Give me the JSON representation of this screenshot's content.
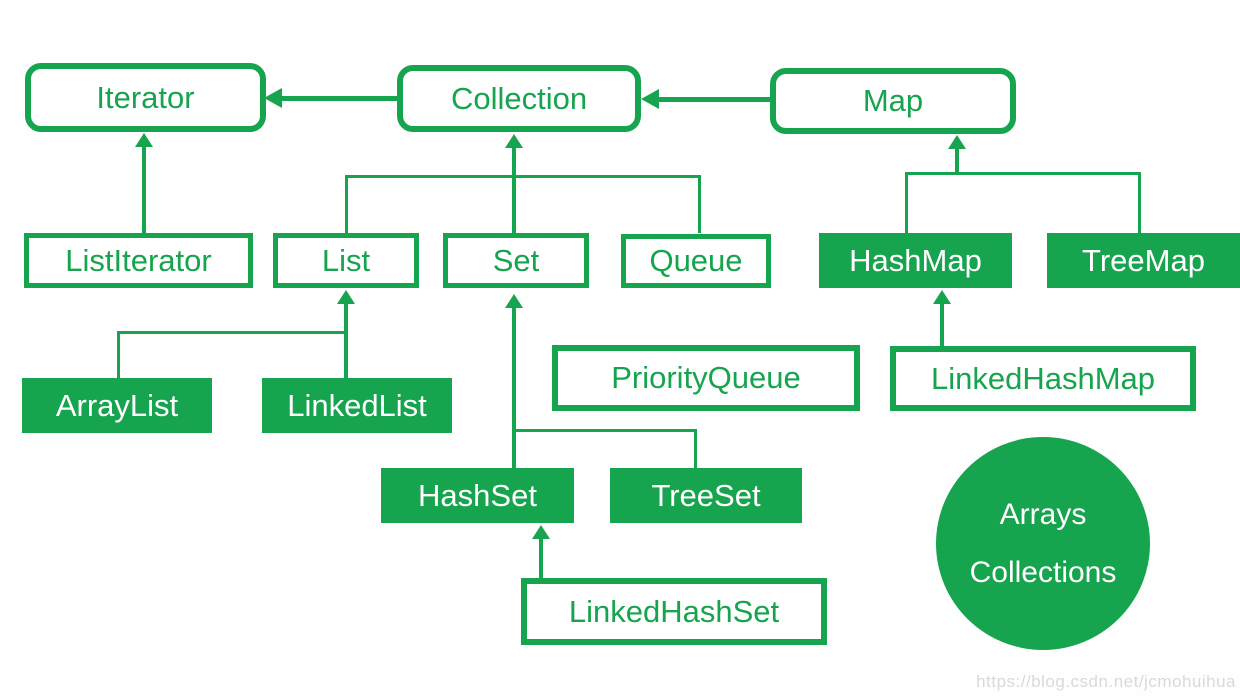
{
  "theme": {
    "green": "#17a44e",
    "white": "#ffffff",
    "wm": "#d9d9d9"
  },
  "diagram": {
    "nodes": {
      "iterator": {
        "label": "Iterator",
        "style": "interface-rounded-outline"
      },
      "collection": {
        "label": "Collection",
        "style": "interface-rounded-outline"
      },
      "map": {
        "label": "Map",
        "style": "interface-rounded-outline"
      },
      "listiterator": {
        "label": "ListIterator",
        "style": "rect-outline"
      },
      "list": {
        "label": "List",
        "style": "rect-outline"
      },
      "set": {
        "label": "Set",
        "style": "rect-outline"
      },
      "queue": {
        "label": "Queue",
        "style": "rect-outline"
      },
      "hashmap": {
        "label": "HashMap",
        "style": "rect-solid"
      },
      "treemap": {
        "label": "TreeMap",
        "style": "rect-solid"
      },
      "arraylist": {
        "label": "ArrayList",
        "style": "rect-solid"
      },
      "linkedlist": {
        "label": "LinkedList",
        "style": "rect-solid"
      },
      "priorityqueue": {
        "label": "PriorityQueue",
        "style": "rect-outline"
      },
      "linkedhashmap": {
        "label": "LinkedHashMap",
        "style": "rect-outline"
      },
      "hashset": {
        "label": "HashSet",
        "style": "rect-solid"
      },
      "treeset": {
        "label": "TreeSet",
        "style": "rect-solid"
      },
      "linkedhashset": {
        "label": "LinkedHashSet",
        "style": "rect-outline"
      },
      "utils_circle": {
        "line1": "Arrays",
        "line2": "Collections",
        "style": "circle-solid"
      }
    },
    "edges": [
      {
        "from": "Collection",
        "to": "Iterator",
        "type": "arrow"
      },
      {
        "from": "Map",
        "to": "Collection",
        "type": "arrow"
      },
      {
        "from": "ListIterator",
        "to": "Iterator",
        "type": "arrow"
      },
      {
        "from": "List",
        "to": "Collection",
        "type": "tree"
      },
      {
        "from": "Set",
        "to": "Collection",
        "type": "tree"
      },
      {
        "from": "Queue",
        "to": "Collection",
        "type": "tree"
      },
      {
        "from": "HashMap",
        "to": "Map",
        "type": "tree"
      },
      {
        "from": "TreeMap",
        "to": "Map",
        "type": "tree"
      },
      {
        "from": "ArrayList",
        "to": "List",
        "type": "tree"
      },
      {
        "from": "LinkedList",
        "to": "List",
        "type": "tree"
      },
      {
        "from": "HashSet",
        "to": "Set",
        "type": "tree"
      },
      {
        "from": "TreeSet",
        "to": "Set",
        "type": "tree"
      },
      {
        "from": "LinkedHashSet",
        "to": "HashSet",
        "type": "arrow"
      },
      {
        "from": "LinkedHashMap",
        "to": "HashMap",
        "type": "arrow"
      }
    ],
    "watermark": "https://blog.csdn.net/jcmohuihua"
  }
}
